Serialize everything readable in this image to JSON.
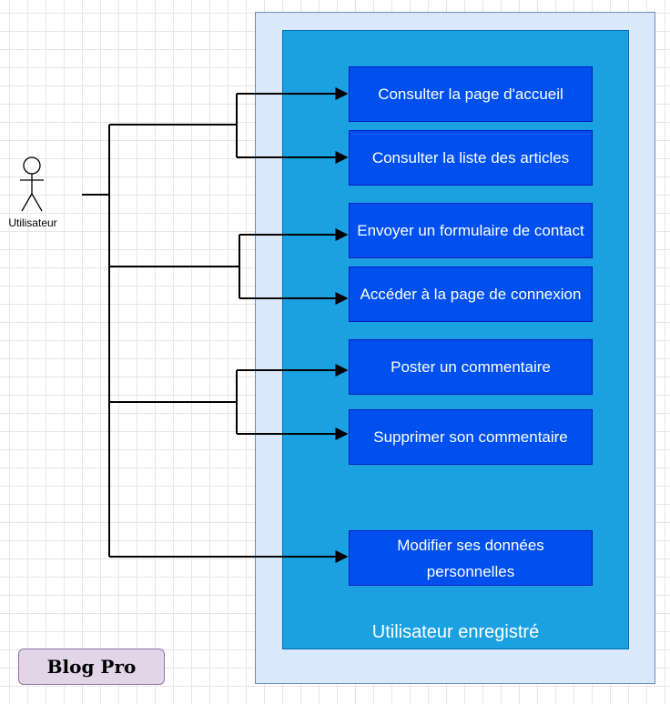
{
  "diagram": {
    "actor": {
      "label": "Utilisateur"
    },
    "system_boundary": {
      "label": "Utilisateur enregistré"
    },
    "use_cases": [
      {
        "label": "Consulter la page d'accueil"
      },
      {
        "label": "Consulter la liste des articles"
      },
      {
        "label": "Envoyer un formulaire de contact"
      },
      {
        "label": "Accéder à la page de connexion"
      },
      {
        "label": "Poster un commentaire"
      },
      {
        "label": "Supprimer son commentaire"
      },
      {
        "label": "Modifier ses données personnelles"
      }
    ],
    "badge": {
      "label": "Blog Pro"
    },
    "colors": {
      "outer_boundary": "#dae8fc",
      "inner_boundary": "#1ba1e2",
      "use_case_fill": "#0050ef",
      "badge_fill": "#e1d5e7"
    }
  }
}
